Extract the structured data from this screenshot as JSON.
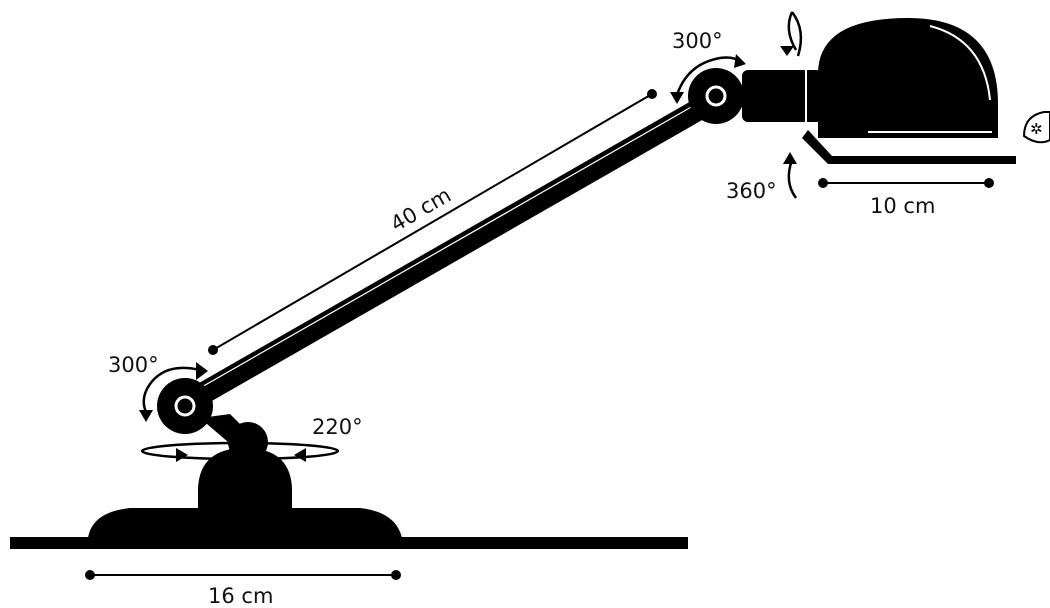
{
  "diagram": {
    "arm_length_label": "40 cm",
    "base_width_label": "16 cm",
    "shade_width_label": "10 cm",
    "elbow_rotation_label": "300°",
    "shade_joint_rotation_label": "300°",
    "shade_swivel_label": "360°",
    "base_swivel_label": "220°",
    "colors": {
      "ink": "#000000",
      "background": "#ffffff"
    },
    "icons": [
      "rotation-arrow-icon",
      "bulb-leaf-icon",
      "dimension-line"
    ]
  }
}
